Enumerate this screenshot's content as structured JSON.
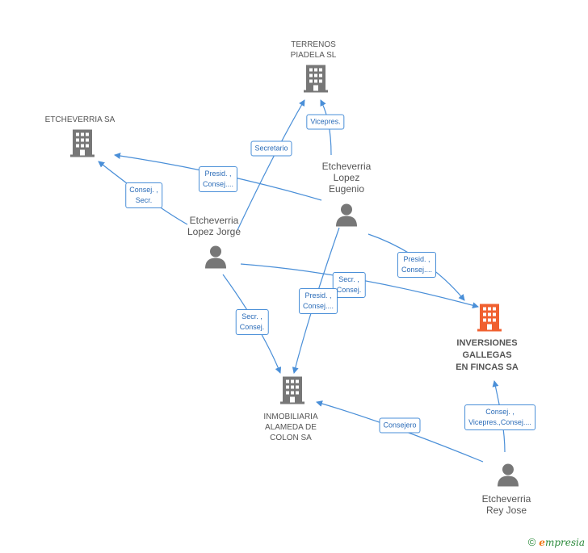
{
  "nodes": {
    "terrenos": {
      "label": "TERRENOS\nPIADELA SL",
      "type": "company"
    },
    "etcheverria_sa": {
      "label": "ETCHEVERRIA SA",
      "type": "company"
    },
    "eugenio": {
      "label": "Etcheverria\nLopez\nEugenio",
      "type": "person"
    },
    "jorge": {
      "label": "Etcheverria\nLopez Jorge",
      "type": "person"
    },
    "inversiones": {
      "label": "INVERSIONES\nGALLEGAS\nEN FINCAS SA",
      "type": "company-highlight"
    },
    "inmobiliaria": {
      "label": "INMOBILIARIA\nALAMEDA DE\nCOLON SA",
      "type": "company"
    },
    "jose": {
      "label": "Etcheverria\nRey Jose",
      "type": "person"
    }
  },
  "edge_labels": {
    "vicepres": "Vicepres.",
    "secretario": "Secretario",
    "presid_consej_1": "Presid. ,\nConsej....",
    "consej_secr": "Consej. ,\nSecr.",
    "presid_consej_2": "Presid. ,\nConsej....",
    "secr_consej_1": "Secr. ,\nConsej.",
    "presid_consej_3": "Presid. ,\nConsej....",
    "secr_consej_2": "Secr. ,\nConsej.",
    "consejero": "Consejero",
    "consej_vicepres": "Consej. ,\nVicepres.,Consej...."
  },
  "colors": {
    "company": "#777777",
    "highlight": "#f06030",
    "person": "#777777",
    "edge": "#4a8fd8",
    "label_border": "#4a8fd8",
    "label_text": "#2b6cb8"
  },
  "footer": {
    "copyright": "©",
    "e_letter": "e",
    "brand": "mpresia"
  }
}
